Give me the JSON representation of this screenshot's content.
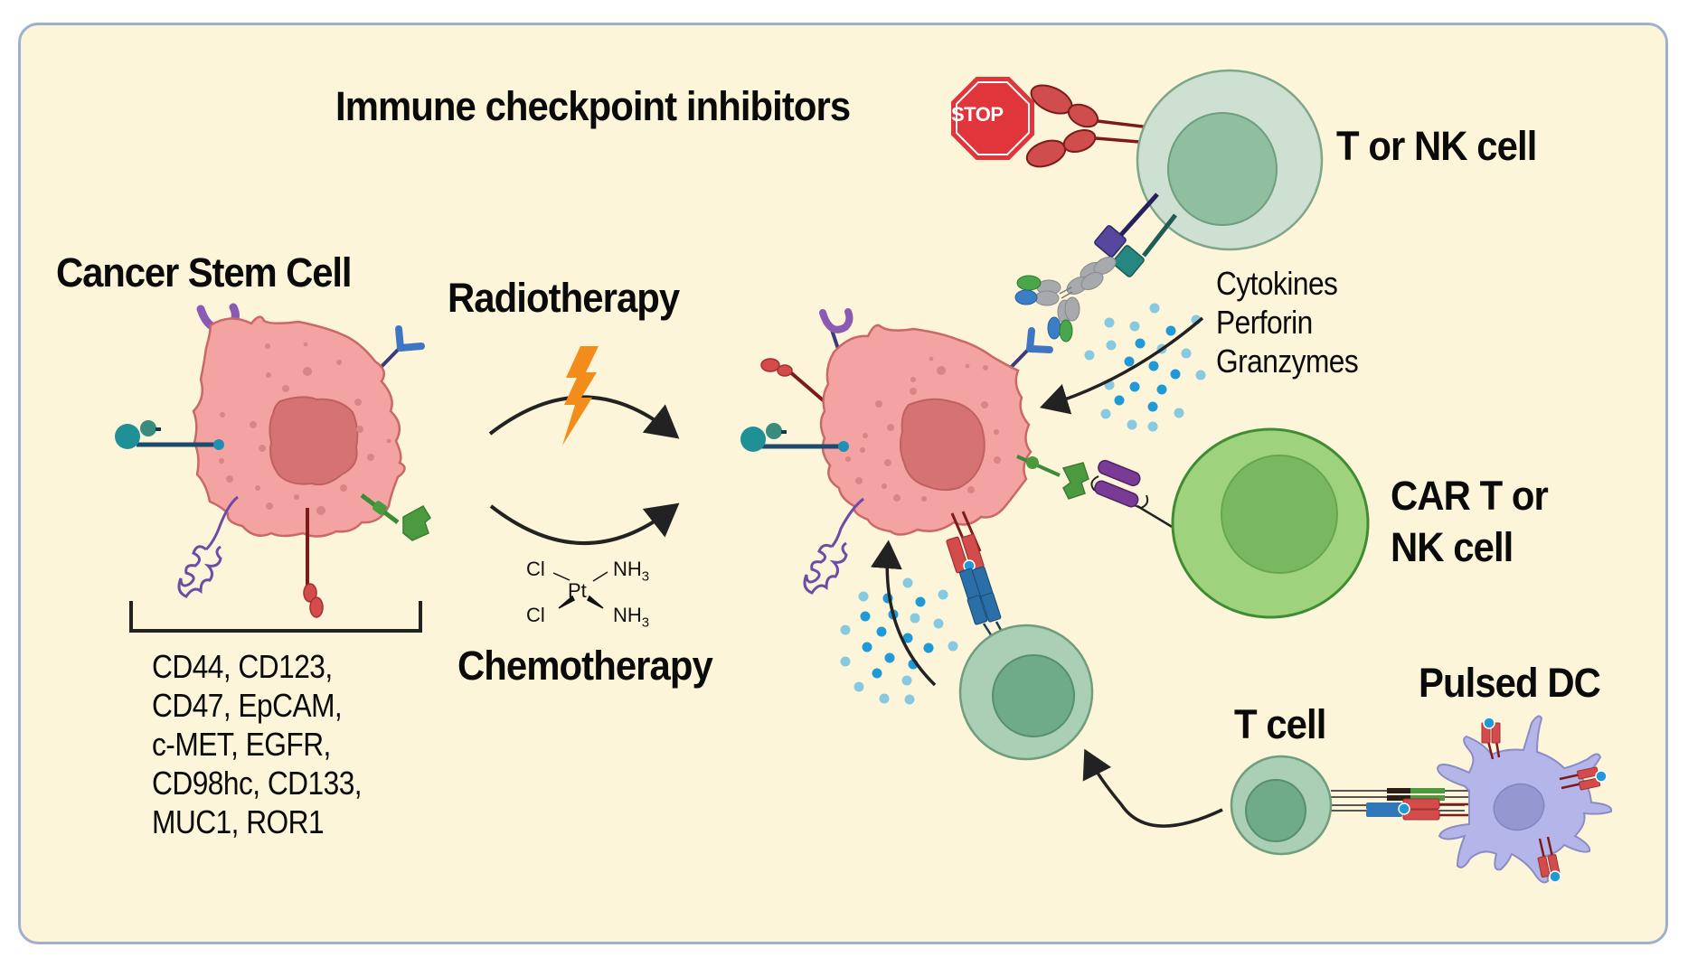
{
  "figure": {
    "title_labels": {
      "cancer_stem_cell": "Cancer Stem Cell",
      "radiotherapy": "Radiotherapy",
      "chemotherapy": "Chemotherapy",
      "immune_checkpoint_inhibitors": "Immune checkpoint inhibitors",
      "t_or_nk_cell": "T or NK cell",
      "car_t_line1": "CAR T or",
      "car_t_line2": "NK cell",
      "t_cell": "T cell",
      "pulsed_dc": "Pulsed DC"
    },
    "stop_sign_text": "STOP",
    "effector_molecules": [
      "Cytokines",
      "Perforin",
      "Granzymes"
    ],
    "csc_markers_lines": [
      "CD44, CD123,",
      "CD47, EpCAM,",
      "c-MET, EGFR,",
      "CD98hc, CD133,",
      "MUC1, ROR1"
    ],
    "cisplatin": {
      "cl_top": "Cl",
      "cl_bottom": "Cl",
      "center": "Pt",
      "nh3_top": "NH",
      "nh3_bottom": "NH",
      "subscript": "3"
    },
    "colors": {
      "background": "#fdf5d9",
      "frame_border": "#9fb0cf",
      "cancer_cell": "#f4a3a3",
      "cancer_cell_outline": "#c96868",
      "cancer_nucleus": "#d57374",
      "t_cell_outer": "#cde0d2",
      "t_cell_nucleus": "#8fbf9f",
      "car_cell_outer": "#9fd27d",
      "car_cell_nucleus": "#79b860",
      "dc_body": "#b4b6e9",
      "dc_nucleus": "#9597d0",
      "stop_sign": "#e0353b",
      "lightning": "#f28c1b",
      "granule_dark": "#1f9ad6",
      "granule_light": "#86c9e0"
    }
  }
}
